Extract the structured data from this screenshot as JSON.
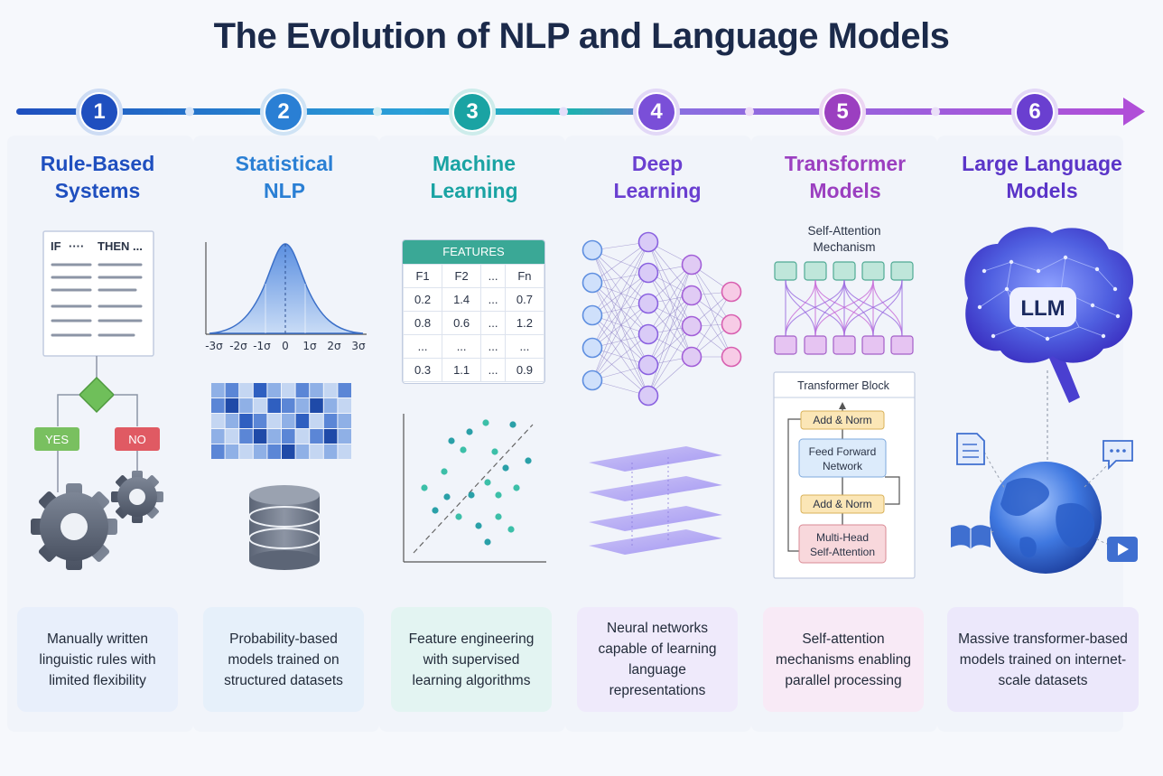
{
  "title": "The Evolution of NLP and Language Models",
  "stages": [
    {
      "number": "1",
      "title_line1": "Rule-Based",
      "title_line2": "Systems",
      "color": "#1f4fbf",
      "description": "Manually written linguistic rules with limited flexibility",
      "labels": {
        "if": "IF",
        "dots": "····",
        "then": "THEN ...",
        "yes": "YES",
        "no": "NO"
      }
    },
    {
      "number": "2",
      "title_line1": "Statistical",
      "title_line2": "NLP",
      "color": "#2a7fd4",
      "description": "Probability-based models trained on structured datasets",
      "axis_ticks": [
        "-3σ",
        "-2σ",
        "-1σ",
        "0",
        "1σ",
        "2σ",
        "3σ"
      ]
    },
    {
      "number": "3",
      "title_line1": "Machine",
      "title_line2": "Learning",
      "color": "#1aa3a3",
      "description": "Feature engineering with supervised learning algorithms",
      "table": {
        "header": "FEATURES",
        "columns": [
          "F1",
          "F2",
          "...",
          "Fn"
        ],
        "rows": [
          [
            "0.2",
            "1.4",
            "...",
            "0.7"
          ],
          [
            "0.8",
            "0.6",
            "...",
            "1.2"
          ],
          [
            "...",
            "...",
            "...",
            "..."
          ],
          [
            "0.3",
            "1.1",
            "...",
            "0.9"
          ]
        ]
      }
    },
    {
      "number": "4",
      "title_line1": "Deep",
      "title_line2": "Learning",
      "color": "#7a4fd8",
      "description": "Neural networks capable of learning language representations"
    },
    {
      "number": "5",
      "title_line1": "Transformer",
      "title_line2": "Models",
      "color": "#9b3fc0",
      "description": "Self-attention mechanisms enabling parallel processing",
      "labels": {
        "attention_line1": "Self-Attention",
        "attention_line2": "Mechanism",
        "block": "Transformer Block",
        "add_norm_top": "Add & Norm",
        "ff_line1": "Feed Forward",
        "ff_line2": "Network",
        "add_norm_bottom": "Add & Norm",
        "mha_line1": "Multi-Head",
        "mha_line2": "Self-Attention"
      }
    },
    {
      "number": "6",
      "title_line1": "Large Language",
      "title_line2": "Models",
      "color": "#6a3fd0",
      "description": "Massive transformer-based models trained on internet-scale datasets",
      "labels": {
        "llm": "LLM"
      }
    }
  ],
  "colors": {
    "timeline_start": "#1f4fbf",
    "timeline_end": "#b04fd8",
    "desc_bg": [
      "#e8effb",
      "#e6f0fa",
      "#e3f4f2",
      "#efeafb",
      "#f8eaf6",
      "#ece8fb"
    ]
  }
}
